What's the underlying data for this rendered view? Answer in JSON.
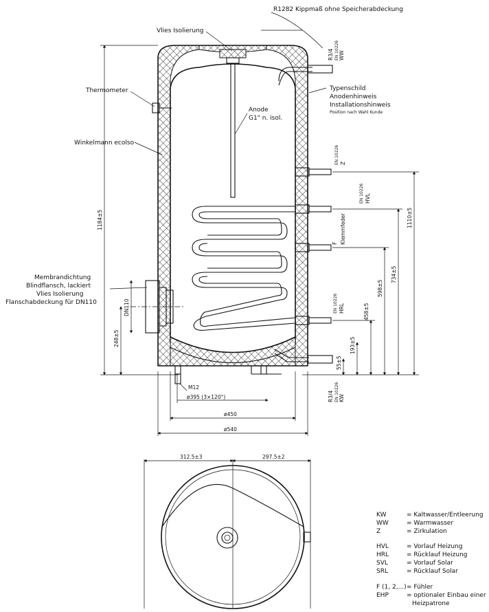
{
  "top_note": "R1282 Kippmaß ohne Speicherabdeckung",
  "left_labels": {
    "vlies_isolierung": "Vlies Isolierung",
    "thermometer": "Thermometer",
    "winkelmann": "Winkelmann ecolso",
    "membrandichtung": "Membrandichtung",
    "blindflansch": "Blindflansch, lackiert",
    "vlies_isolierung_2": "Vlies Isolierung",
    "flanschabdeckung": "Flanschabdeckung für DN110"
  },
  "right_labels": {
    "typenschild": "Typenschild",
    "anodenhinweis": "Anodenhinweis",
    "installationshinweis": "Installationshinweis",
    "position_note": "Position nach Wahl Kunde",
    "anode": "Anode",
    "anode_size": "G1\" n. isol.",
    "klemmfeder": "Klemmfeder",
    "f_label": "F"
  },
  "connections": {
    "ww": [
      "R3/4",
      "EN 10226",
      "WW"
    ],
    "z": [
      "EN 10226",
      "Z"
    ],
    "hvl": [
      "EN 10226",
      "HVL"
    ],
    "hrl": [
      "EN 10226",
      "HRL"
    ],
    "kw": [
      "R3/4",
      "EN 10226",
      "KW"
    ]
  },
  "dimensions": {
    "h_1184": "1184±5",
    "h_248": "248±5",
    "dn110": "DN110",
    "h_1110": "1110±5",
    "h_734": "734±5",
    "h_598": "598±5",
    "h_458": "458±5",
    "h_193": "193±5",
    "h_55": "55±5",
    "m12": "M12",
    "d_395": "ø395 (3×120°)",
    "d_450": "ø450",
    "d_540": "ø540",
    "w_312": "312.5±3",
    "w_297": "297.5±2"
  },
  "legend": [
    {
      "key": "KW",
      "desc": "= Kaltwasser/Entleerung"
    },
    {
      "key": "WW",
      "desc": "= Warmwasser"
    },
    {
      "key": "Z",
      "desc": "= Zirkulation"
    },
    {
      "key": "HVL",
      "desc": "= Vorlauf Heizung"
    },
    {
      "key": "HRL",
      "desc": "= Rücklauf Heizung"
    },
    {
      "key": "SVL",
      "desc": "= Vorlauf Solar"
    },
    {
      "key": "SRL",
      "desc": "= Rücklauf Solar"
    },
    {
      "key": "F (1, 2,...)",
      "desc": "= Fühler"
    },
    {
      "key": "EHP",
      "desc": "= optionaler Einbau einer"
    },
    {
      "key": "",
      "desc": "Heizpatrone"
    }
  ]
}
